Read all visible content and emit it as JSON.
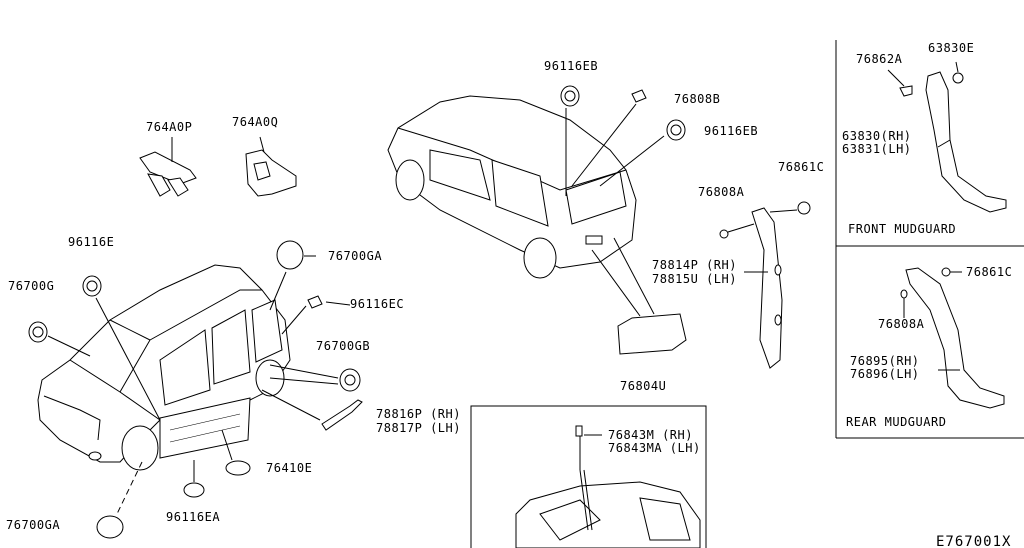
{
  "diagram_id": "E767001X",
  "labels": {
    "p764A0P": "764A0P",
    "p764A0Q": "764A0Q",
    "p96116E": "96116E",
    "p76700G": "76700G",
    "p76700GA_top": "76700GA",
    "p96116EC": "96116EC",
    "p76700GB": "76700GB",
    "p78816P": "78816P (RH)",
    "p78817P": "78817P (LH)",
    "p76410E": "76410E",
    "p96116EA": "96116EA",
    "p76700GA_bottom": "76700GA",
    "p96116EB_top": "96116EB",
    "p76808B": "76808B",
    "p96116EB_right": "96116EB",
    "p76861C_top": "76861C",
    "p76808A_top": "76808A",
    "p78814P": "78814P (RH)",
    "p78815U": "78815U (LH)",
    "p76804U": "76804U",
    "p76843M": "76843M  (RH)",
    "p76843MA": "76843MA (LH)",
    "p76862A": "76862A",
    "p63830E": "63830E",
    "p63830": "63830(RH)",
    "p63831": "63831(LH)",
    "front_mudguard": "FRONT MUDGUARD",
    "p76861C_rear": "76861C",
    "p76808A_rear": "76808A",
    "p76895": "76895(RH)",
    "p76896": "76896(LH)",
    "rear_mudguard": "REAR MUDGUARD"
  }
}
